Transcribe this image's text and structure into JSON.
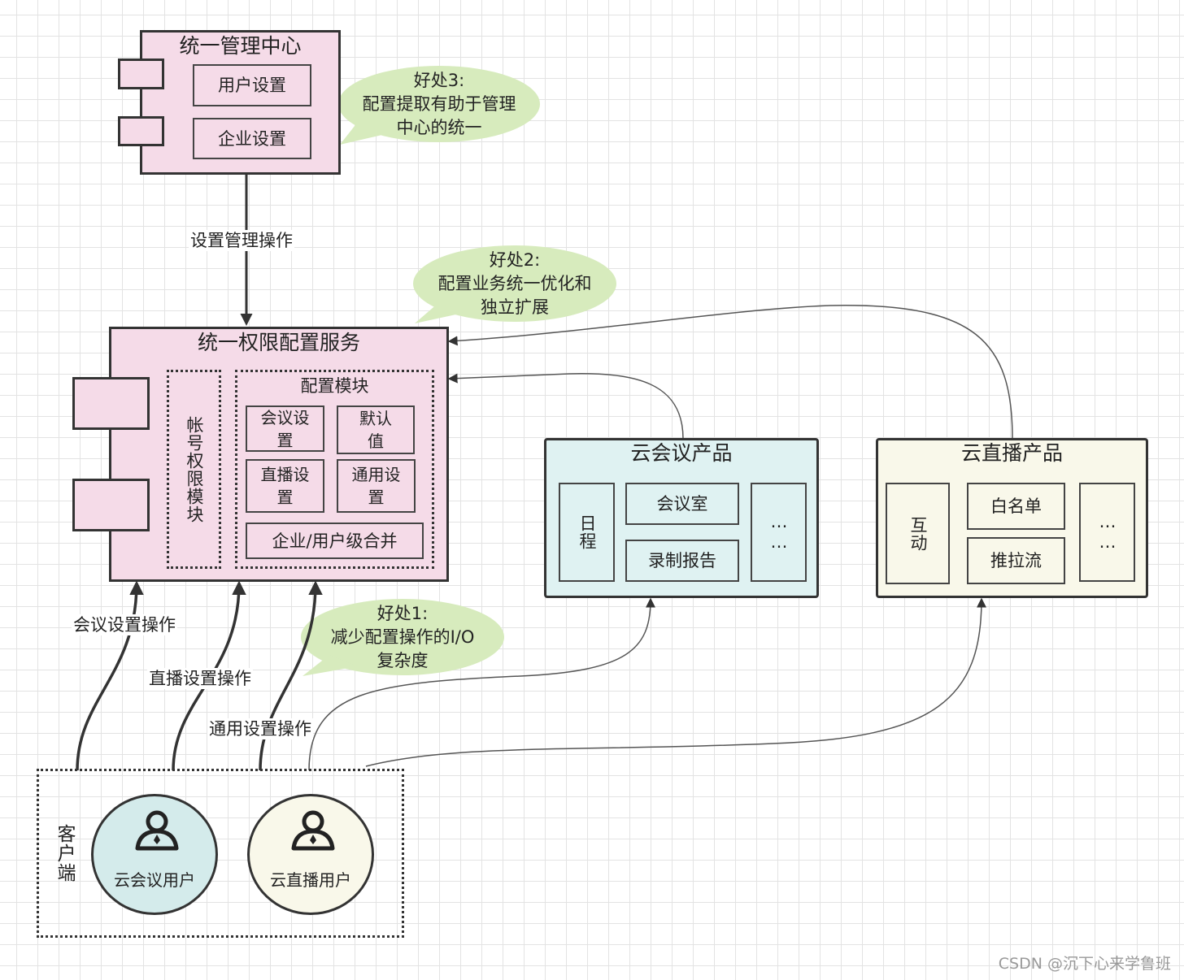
{
  "mgmt_center": {
    "title": "统一管理中心",
    "items": [
      "用户设置",
      "企业设置"
    ]
  },
  "perm_service": {
    "title": "统一权限配置服务",
    "account_module": "帐号权限模块",
    "config_module": {
      "title": "配置模块",
      "items": [
        "会议设置",
        "默认值",
        "直播设置",
        "通用设置"
      ],
      "merge": "企业/用户级合并"
    }
  },
  "cloud_meeting": {
    "title": "云会议产品",
    "schedule": "日程",
    "items": [
      "会议室",
      "录制报告"
    ],
    "more": "……"
  },
  "cloud_live": {
    "title": "云直播产品",
    "interact": "互动",
    "items": [
      "白名单",
      "推拉流"
    ],
    "more": "……"
  },
  "client": {
    "label": "客户端",
    "users": [
      "云会议用户",
      "云直播用户"
    ]
  },
  "edges": {
    "mgmt_ops": "设置管理操作",
    "meeting_ops": "会议设置操作",
    "live_ops": "直播设置操作",
    "common_ops": "通用设置操作"
  },
  "benefits": {
    "b3": [
      "好处3:",
      "配置提取有助于管理",
      "中心的统一"
    ],
    "b2": [
      "好处2:",
      "配置业务统一优化和",
      "独立扩展"
    ],
    "b1": [
      "好处1:",
      "减少配置操作的I/O",
      "复杂度"
    ]
  },
  "colors": {
    "pink": "#f5dbe8",
    "teal": "#dff2f2",
    "cream": "#f9f8ea",
    "bubble": "#d7ebbd"
  },
  "icons": [
    "user-icon"
  ],
  "watermark": "CSDN @沉下心来学鲁班"
}
